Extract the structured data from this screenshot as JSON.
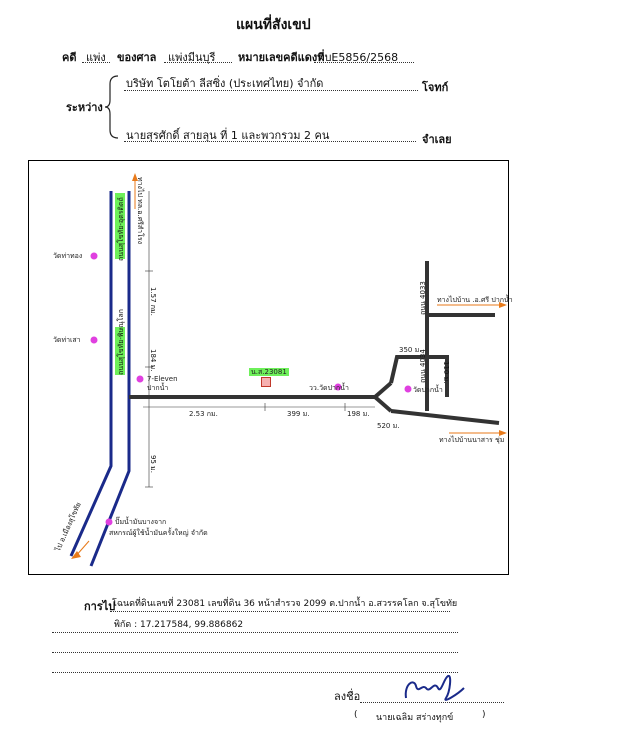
{
  "title": "แผนที่สังเขป",
  "header": {
    "case_label": "คดี",
    "case_type": "แพ่ง",
    "court_label": "ของศาล",
    "court_name": "แพ่งมีนบุรี",
    "red_number_label": "หมายเลขคดีแดงที่",
    "red_number": "ผบE5856/2568",
    "between_label": "ระหว่าง",
    "plaintiff": "บริษัท โตโยต้า ลีสซิ่ง (ประเทศไทย) จำกัด",
    "plaintiff_role": "โจทก์",
    "defendant": "นายสุรศักดิ์ สายลุน ที่ 1 และพวกรวม 2 คน",
    "defendant_role": "จำเลย"
  },
  "map": {
    "main_road_upper": "ถนนสุโขทัย-อุตรดิตถ์",
    "main_road_lower": "ถนนสุโขทัย-พิษณุโลก",
    "to_north": "ทางไป ทล.อ.ศรีสำโรง",
    "to_south": "ไป อ.เมืองสุโขทัย",
    "north_distance": "1.57 กม.",
    "mid_distance": "184 ม.",
    "south_distance": "95 ม.",
    "landmark_temple_1": "วัดท่าทอง",
    "landmark_temple_2": "วัดท่าเสา",
    "landmark_711": "7-Eleven ปากน้ำ",
    "landmark_gas": "ปั๊มน้ำมันบางจาก",
    "landmark_gas_sub": "สหกรณ์ผู้ใช้น้ำมันครั้งใหญ่ จำกัด",
    "land_plot": "น.ส.23081",
    "seg_1": "2.53 กม.",
    "seg_2": "399 ม.",
    "seg_3": "198 ม.",
    "temple_paknam_1": "วว.วัดปากน้ำ",
    "temple_paknam_2": "วัดปากน้ำ",
    "branch_top_label": "ถนน 4033",
    "branch_right_label": "ถนน 4034",
    "to_upper_right": "ทางไปบ้าน .อ.ศรี ปากน้ำ",
    "to_lower_right": "ทางไปบ้านนาสาร ชุ่ม",
    "dist_a": "350 ม.",
    "dist_b": "110 ม.",
    "dist_c": "520 ม."
  },
  "footer": {
    "directions_label": "การไป",
    "directions": "โฉนดที่ดินเลขที่ 23081 เลขที่ดิน 36 หน้าสำรวจ 2099 ต.ปากน้ำ อ.สวรรคโลก จ.สุโขทัย",
    "coords": "พิกัด : 17.217584, 99.886862",
    "signature_label": "ลงชื่อ",
    "signer_open": "(",
    "signer_name": "นายเฉลิม สร่างทุกข์",
    "signer_close": ")"
  },
  "colors": {
    "road_main": "#1a2a8a",
    "road_gray": "#333333",
    "arrow": "#e87a1a",
    "highlight": "#6ef05a",
    "marker": "#e040e0",
    "signature": "#1a2a8a"
  }
}
